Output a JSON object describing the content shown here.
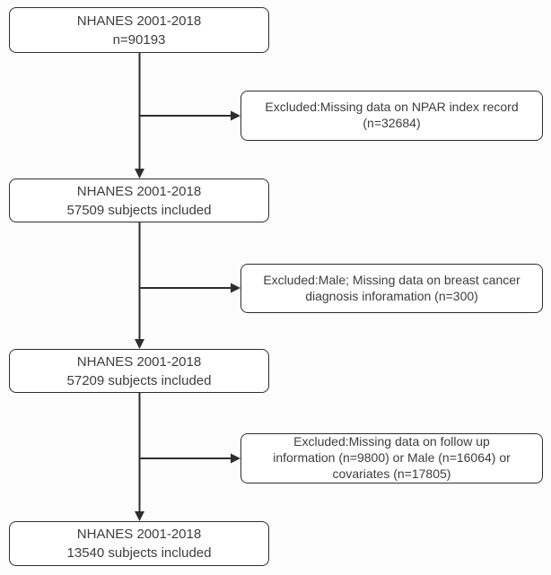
{
  "flowchart": {
    "main_boxes": [
      {
        "lines": [
          "NHANES 2001-2018",
          "n=90193"
        ]
      },
      {
        "lines": [
          "NHANES 2001-2018",
          "57509 subjects included"
        ]
      },
      {
        "lines": [
          "NHANES 2001-2018",
          "57209 subjects included"
        ]
      },
      {
        "lines": [
          "NHANES 2001-2018",
          "13540 subjects included"
        ]
      }
    ],
    "exclusion_boxes": [
      {
        "lines": [
          "Excluded:Missing data on NPAR index record",
          "(n=32684)"
        ]
      },
      {
        "lines": [
          "Excluded:Male; Missing data on breast cancer",
          "diagnosis inforamation (n=300)"
        ]
      },
      {
        "lines": [
          "Excluded:Missing data on follow up",
          "information (n=9800) or Male (n=16064) or",
          "covariates (n=17805)"
        ]
      }
    ]
  },
  "colors": {
    "line-color": "#2e2e2e",
    "box-bg": "#ffffff",
    "text-color": "#3d3d3d",
    "canvas-bg": "#fcfcfc"
  }
}
